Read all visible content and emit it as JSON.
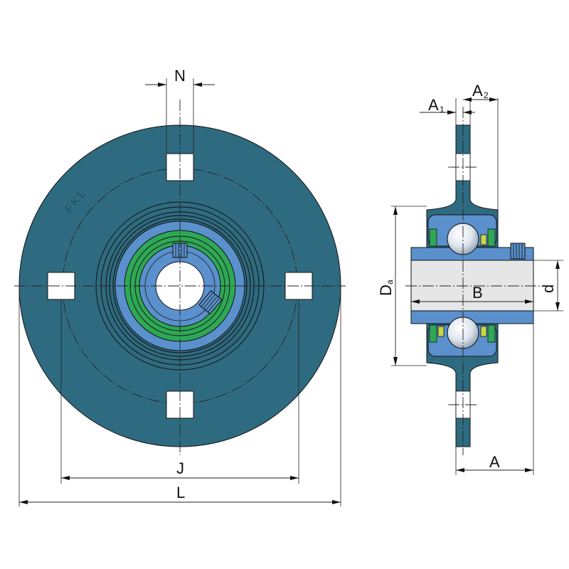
{
  "front_view": {
    "brand_mark": "FKL"
  },
  "dimension_labels": {
    "N": "N",
    "J": "J",
    "L": "L",
    "A": "A",
    "A1_main": "A",
    "A1_sub": "1",
    "A2_main": "A",
    "A2_sub": "2",
    "B": "B",
    "d": "d",
    "Da_main": "D",
    "Da_sub": "a"
  },
  "colors": {
    "housing": "#2f6b80",
    "insert_ring": "#5a90cc",
    "seal": "#2fa855",
    "bore": "#ffffff",
    "shaft_sleeve": "#e6e6e6",
    "ball": "#dde3ee",
    "spring_seal": "#c9d84a"
  }
}
